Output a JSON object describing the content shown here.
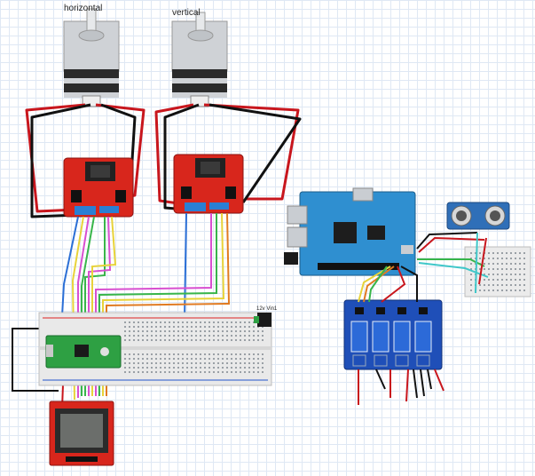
{
  "labels": {
    "motor_horizontal": "horizontal",
    "motor_vertical": "vertical",
    "power_jack": "12v Vin1"
  },
  "colors": {
    "wire_red": "#c8161d",
    "wire_black": "#111111",
    "wire_blue": "#2b6fd6",
    "wire_pink": "#d84fd0",
    "wire_green": "#38b54a",
    "wire_yellow": "#e8d33a",
    "wire_orange": "#e07b22",
    "pcb_red": "#d8261c",
    "pcb_blue": "#1f4fb8",
    "pcb_green": "#2ea043",
    "sbc_blue": "#2f8fd0"
  }
}
